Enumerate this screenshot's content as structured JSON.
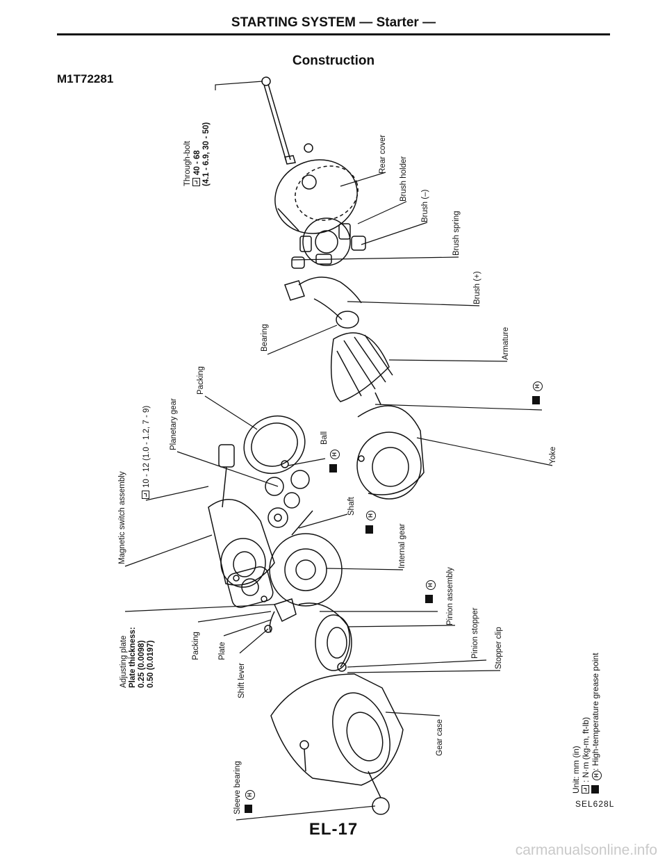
{
  "header": {
    "section": "STARTING SYSTEM — Starter —",
    "title": "Construction",
    "doc_id": "M1T72281"
  },
  "labels": {
    "through_bolt": {
      "name": "Through-bolt",
      "torque": "40 - 68",
      "torque_alt": "(4.1 - 6.9, 30 - 50)"
    },
    "rear_cover": "Rear cover",
    "brush_holder": "Brush holder",
    "brush_minus": "Brush (–)",
    "brush_spring": "Brush spring",
    "brush_plus": "Brush (+)",
    "armature": "Armature",
    "bearing": "Bearing",
    "packing_top": "Packing",
    "planetary_gear": "Planetary gear",
    "ball": "Ball",
    "yoke": "Yoke",
    "magnetic_switch": {
      "name": "Magnetic switch assembly",
      "torque": "10 - 12 (1.0 - 1.2, 7 - 9)"
    },
    "shaft": "Shaft",
    "internal_gear": "Internal gear",
    "pinion_assembly": "Pinion assembly",
    "pinion_stopper": "Pinion stopper",
    "stopper_clip": "Stopper clip",
    "adjusting_plate": {
      "name": "Adjusting plate",
      "thickness_label": "Plate thickness:",
      "t1": "0.25 (0.0098)",
      "t2": "0.50 (0.0197)"
    },
    "packing_bottom": "Packing",
    "plate": "Plate",
    "shift_lever": "Shift lever",
    "gear_case": "Gear case",
    "sleeve_bearing": "Sleeve bearing"
  },
  "grease_marker": "H",
  "legend": {
    "unit": "Unit:  mm (in)",
    "torque": ": N·m (kg-m, ft-lb)",
    "grease": ": High-temperature grease point"
  },
  "figure_code": "SEL628L",
  "page_number": "EL-17",
  "watermark": "carmanualsonline.info"
}
